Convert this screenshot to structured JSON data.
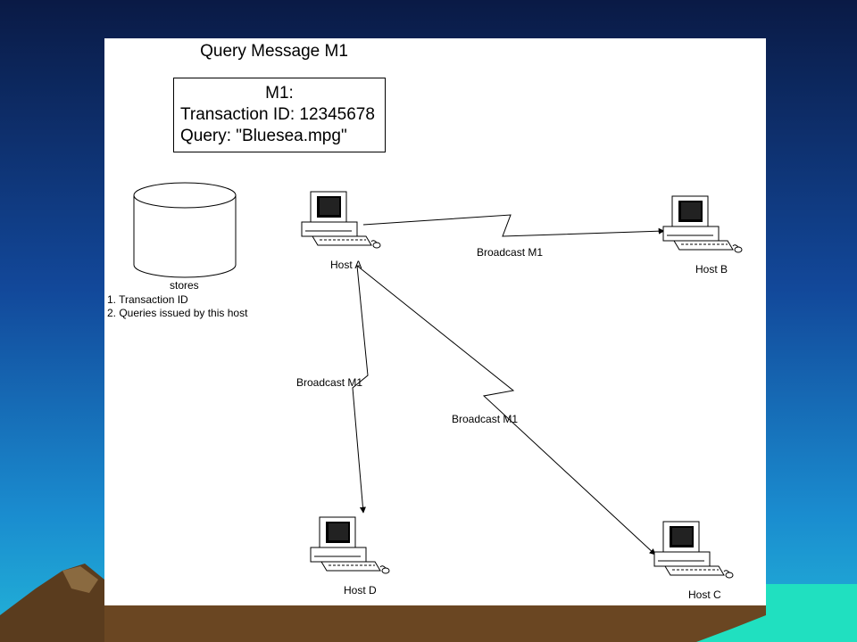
{
  "title": "Query Message M1",
  "message_box": {
    "id_line": "M1:",
    "transaction_line": "Transaction ID: 12345678",
    "query_line": "Query: \"Bluesea.mpg\""
  },
  "database": {
    "label": "stores",
    "items": [
      "1. Transaction ID",
      "2. Queries issued by this host"
    ]
  },
  "hosts": {
    "a": "Host A",
    "b": "Host B",
    "c": "Host C",
    "d": "Host D"
  },
  "links": {
    "ab": "Broadcast M1",
    "ad": "Broadcast M1",
    "ac": "Broadcast M1"
  },
  "colors": {
    "panel": "#ffffff",
    "sky_top": "#0a1a45",
    "sky_bottom": "#1aa0d0",
    "sea": "#20e0c0",
    "ground": "#5a3c1e"
  }
}
